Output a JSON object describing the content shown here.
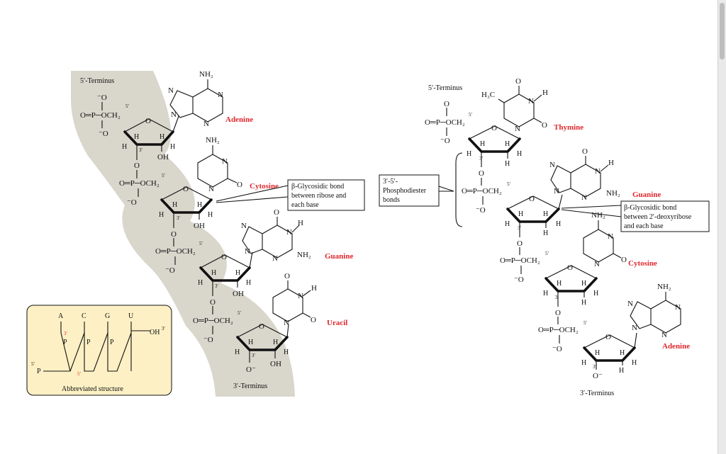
{
  "left_panel": {
    "five_terminus": "5′-Terminus",
    "three_terminus": "3′-Terminus",
    "nucleotides": [
      {
        "base": "Adenine"
      },
      {
        "base": "Cytosine"
      },
      {
        "base": "Guanine"
      },
      {
        "base": "Uracil"
      }
    ],
    "glycosidic_callout": [
      "β-Glycosidic bond",
      "between ribose and",
      "each base"
    ],
    "abbreviated": {
      "bases": [
        "A",
        "C",
        "G",
        "U"
      ],
      "oh3": "OH",
      "caption": "Abbreviated structure"
    }
  },
  "right_panel": {
    "five_terminus": "5′-Terminus",
    "three_terminus": "3′-Terminus",
    "nucleotides": [
      {
        "base": "Thymine"
      },
      {
        "base": "Guanine"
      },
      {
        "base": "Cytosine"
      },
      {
        "base": "Adenine"
      }
    ],
    "phosphodiester_callout": [
      "3′-5′-",
      "Phosphodiester",
      "bonds"
    ],
    "glycosidic_callout": [
      "β-Glycosidic bond",
      "between 2′-deoxyribose",
      "and each base"
    ]
  },
  "colors": {
    "background_band": "#d9d6cc",
    "abbrev_box_fill": "#fdf0c4",
    "base_label": "#e0282e"
  }
}
